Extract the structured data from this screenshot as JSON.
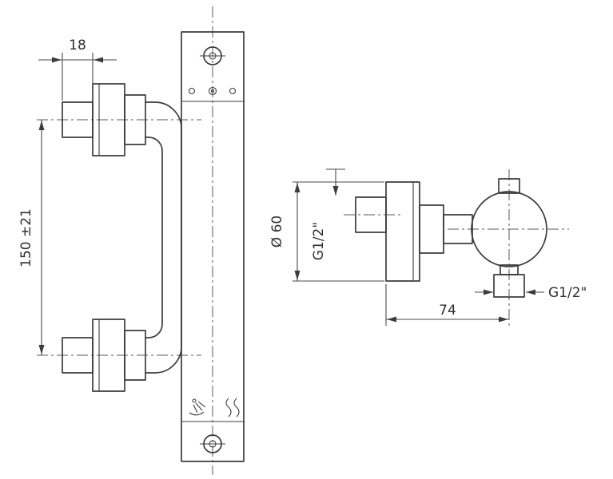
{
  "drawing": {
    "front": {
      "dim_width": "18",
      "dim_height": "150 ±21"
    },
    "side": {
      "dim_diameter": "Ø 60",
      "thread_inlet": "G1/2\"",
      "thread_outlet": "G1/2\"",
      "dim_depth": "74"
    }
  }
}
